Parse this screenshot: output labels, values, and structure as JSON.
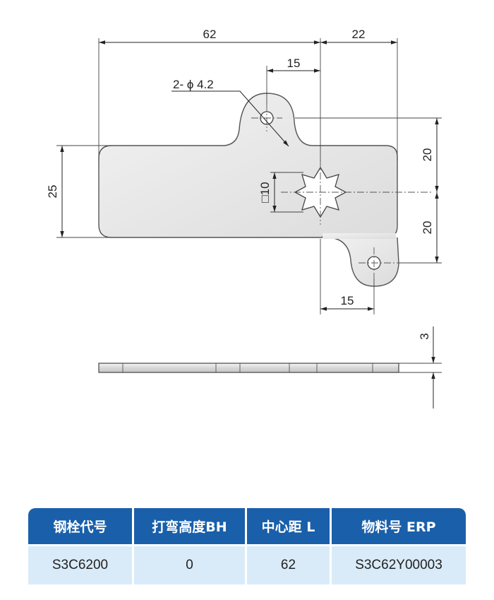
{
  "drawing": {
    "dims": {
      "overall_length": "62",
      "right_ext": "22",
      "hole_offset_top": "15",
      "hole_spec": "2- ϕ 4.2",
      "height_left": "25",
      "square_size": "□10",
      "vertical_top": "20",
      "vertical_bottom": "20",
      "hole_offset_bottom": "15",
      "thickness": "3"
    }
  },
  "table": {
    "headers": [
      "钢栓代号",
      "打弯高度BH",
      "中心距 L",
      "物料号 ERP"
    ],
    "rows": [
      [
        "S3C6200",
        "0",
        "62",
        "S3C62Y00003"
      ]
    ]
  },
  "colors": {
    "header_bg": "#1a5faa",
    "row_bg": "#d9ebf8",
    "part_fill": "#e6e6e6"
  }
}
